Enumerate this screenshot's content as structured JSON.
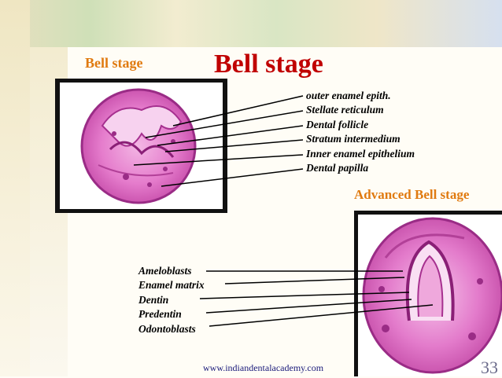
{
  "slide": {
    "title_small": "Bell stage",
    "title_main": "Bell stage",
    "subtitle": "Advanced Bell stage",
    "footer_url": "www.indiandentalacademy.com",
    "page_number": "33"
  },
  "labels_top": [
    "outer enamel epith.",
    "Stellate reticulum",
    "Dental follicle",
    "Stratum intermedium",
    "Inner enamel epithelium",
    "Dental papilla"
  ],
  "labels_bottom": [
    "Ameloblasts",
    "Enamel matrix",
    "Dentin",
    "Predentin",
    "Odontoblasts"
  ],
  "colors": {
    "title_main": "#c00000",
    "accent_orange": "#e07a10",
    "tissue_pink": "#d94fb8"
  }
}
